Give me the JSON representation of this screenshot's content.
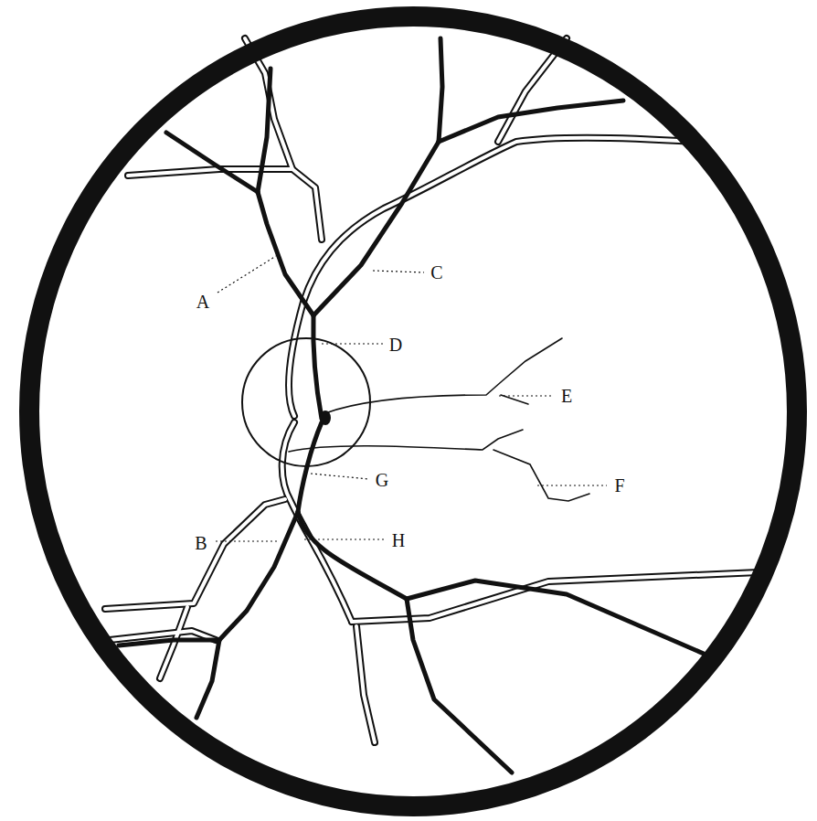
{
  "diagram": {
    "labels": [
      "A",
      "C",
      "D",
      "E",
      "F",
      "G",
      "B",
      "H"
    ]
  }
}
